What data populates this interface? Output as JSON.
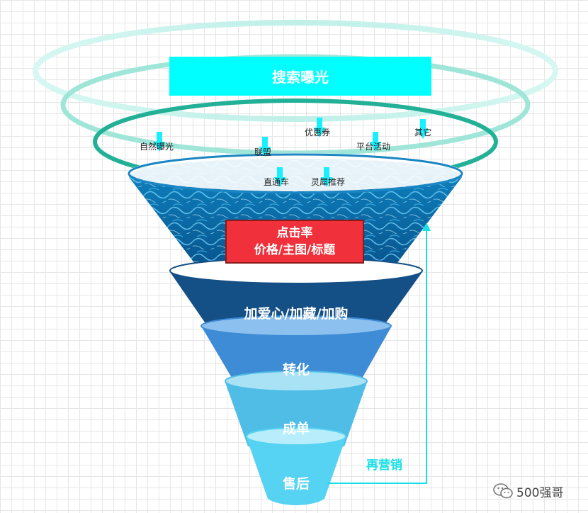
{
  "diagram": {
    "top_box": "搜索曝光",
    "sources": [
      "自然曝光",
      "联盟",
      "优惠券",
      "直通车",
      "灵犀推荐",
      "平台活动",
      "其它"
    ],
    "click_box": {
      "line1": "点击率",
      "line2": "价格/主图/标题"
    },
    "stages": [
      "加爱心/加藏/加购",
      "转化",
      "成单",
      "售后"
    ],
    "feedback_label": "再营销",
    "watermark": "500强哥",
    "colors": {
      "ring_outer": "#c8f4ee",
      "ring_mid": "#8fe0cf",
      "ring_inner": "#1fae93",
      "arrow": "#19f0ff",
      "water": "#0b6fb0",
      "stage1": "#144f85",
      "stage2": "#3e8bd6",
      "stage3": "#4fbde6",
      "stage4": "#56d3f2",
      "click_box": "#f0303a",
      "feedback": "#19e0e6"
    }
  }
}
